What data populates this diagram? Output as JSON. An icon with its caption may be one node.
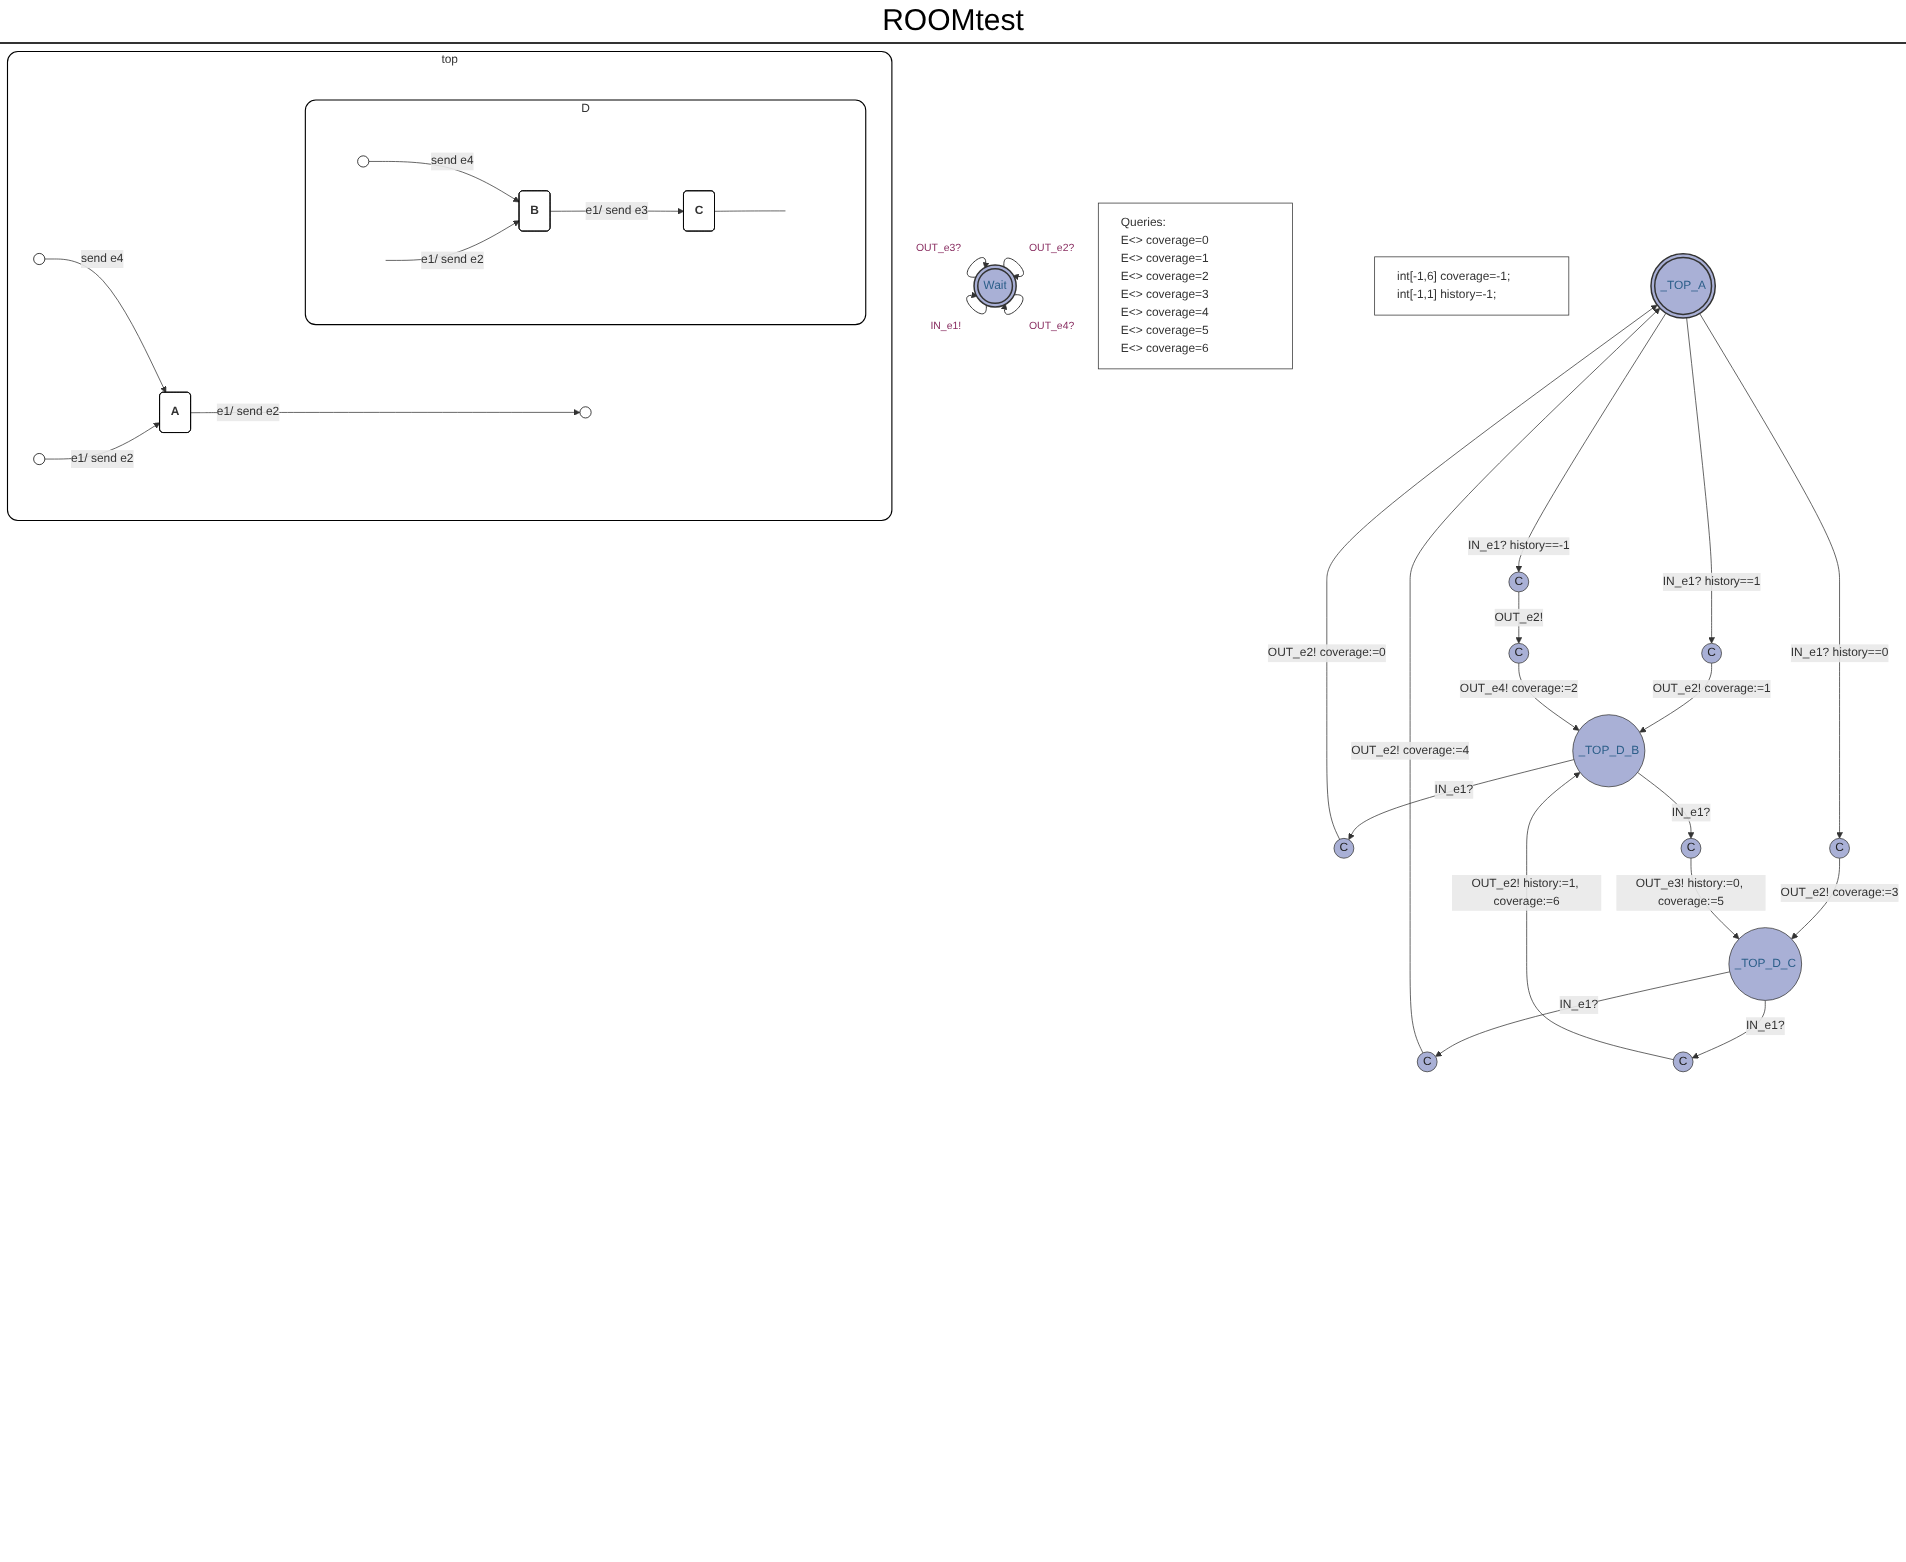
{
  "diagram": {
    "nodes": [
      {
        "text": [
          "top"
        ]
      },
      {
        "text": [],
        "shape": "circle",
        "in": 0
      },
      {
        "text": [
          "A"
        ],
        "in": 0
      },
      {
        "text": [
          "D"
        ],
        "in": 0
      },
      {
        "text": [],
        "shape": "circle",
        "in": 0
      },
      {
        "text": [],
        "shape": "circle",
        "in": 0
      },
      {
        "text": [],
        "shape": "circle",
        "in": 3
      },
      {
        "text": [
          "B"
        ],
        "in": 3
      },
      {
        "text": [
          "C"
        ],
        "in": 3
      },
      {
        "text": [
          "Wait"
        ]
      },
      {
        "text": [
          "Queries:",
          "E<> coverage=0",
          "E<> coverage=1",
          "E<> coverage=2",
          "E<> coverage=3",
          "E<> coverage=4",
          "E<> coverage=5",
          "E<> coverage=6"
        ]
      },
      {
        "text": [
          "int[-1,6] coverage=-1;",
          "int[-1,1] history=-1;"
        ]
      },
      {
        "text": [
          "_TOP_A"
        ]
      },
      {
        "text": [
          "C"
        ]
      },
      {
        "text": [
          "C"
        ]
      },
      {
        "text": [
          "C"
        ]
      },
      {
        "text": [
          "C"
        ]
      },
      {
        "text": [
          "C"
        ]
      },
      {
        "text": [
          "C"
        ]
      },
      {
        "text": [
          "_TOP_D_B"
        ]
      },
      {
        "text": [
          "C"
        ]
      },
      {
        "text": [
          "C"
        ]
      },
      {
        "text": [
          "_TOP_D_C"
        ]
      }
    ],
    "edges": [
      {
        "from": 1,
        "to": 2,
        "arrow": "to",
        "label": "send e4"
      },
      {
        "from": 4,
        "to": 2,
        "arrow": "to",
        "label": "e1/ send e2"
      },
      {
        "from": 2,
        "to": 5,
        "arrow": "to",
        "label": "e1/ send e2"
      },
      {
        "from": 6,
        "to": 7,
        "arrow": "to",
        "label": "send e4"
      },
      {
        "from": null,
        "to": 7,
        "arrow": "to",
        "label": "e1/ send e2"
      },
      {
        "from": 8,
        "to": null,
        "arrow": "none"
      },
      {
        "from": 7,
        "to": 8,
        "arrow": "to",
        "label": "e1/ send e3"
      },
      {
        "from": 9,
        "to": 9,
        "arrow": "to",
        "label": "OUT_e3?"
      },
      {
        "from": 9,
        "to": 9,
        "arrow": "to",
        "label": "OUT_e2?"
      },
      {
        "from": 9,
        "to": 9,
        "arrow": "to",
        "label": "IN_e1!"
      },
      {
        "from": 9,
        "to": 9,
        "arrow": "to",
        "label": "OUT_e4?"
      },
      {
        "from": 19,
        "to": 13,
        "arrow": "to",
        "label": "IN_e1?"
      },
      {
        "from": 13,
        "to": 12,
        "arrow": "to",
        "label": "OUT_e2! coverage:=0"
      },
      {
        "from": 12,
        "to": 14,
        "arrow": "to",
        "label": "IN_e1? history==1"
      },
      {
        "from": 14,
        "to": 19,
        "arrow": "to",
        "label": "OUT_e2! coverage:=1"
      },
      {
        "from": 12,
        "to": 15,
        "arrow": "to",
        "label": "IN_e1? history==-1"
      },
      {
        "from": 15,
        "to": 16,
        "arrow": "to",
        "label": "OUT_e2!"
      },
      {
        "from": 16,
        "to": 19,
        "arrow": "to",
        "label": "OUT_e4! coverage:=2"
      },
      {
        "from": 12,
        "to": 17,
        "arrow": "to",
        "label": "IN_e1? history==0"
      },
      {
        "from": 17,
        "to": 22,
        "arrow": "to",
        "label": "OUT_e2! coverage:=3"
      },
      {
        "from": 22,
        "to": 18,
        "arrow": "to",
        "label": "IN_e1?"
      },
      {
        "from": 18,
        "to": 12,
        "arrow": "to",
        "label": "OUT_e2! coverage:=4"
      },
      {
        "from": 19,
        "to": 20,
        "arrow": "to",
        "label": "IN_e1?"
      },
      {
        "from": 20,
        "to": 22,
        "arrow": "to",
        "label": "OUT_e3! history:=0, coverage:=5"
      },
      {
        "from": 22,
        "to": 21,
        "arrow": "to",
        "label": "IN_e1?"
      },
      {
        "from": 21,
        "to": 19,
        "arrow": "to",
        "label": "OUT_e2! history:=1, coverage:=6"
      }
    ],
    "labels": [
      "ROOMtest"
    ]
  }
}
